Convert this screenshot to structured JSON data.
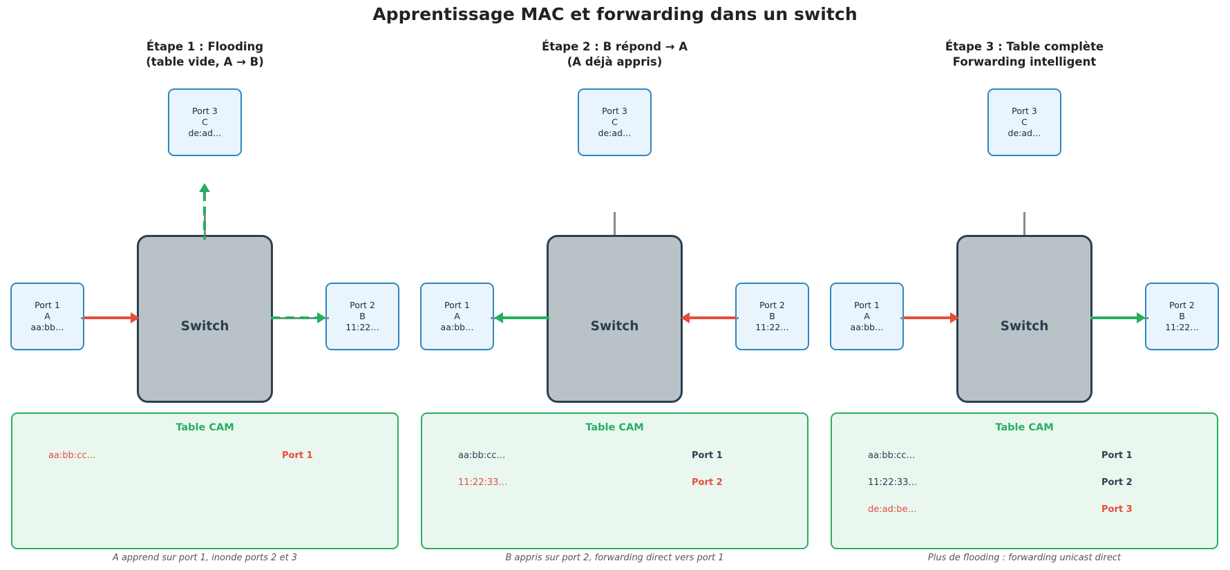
{
  "title": "Apprentissage MAC et forwarding dans un switch",
  "colors": {
    "accent_blue": "#2e86c1",
    "host_fill": "#eaf4fc",
    "switch_fill": "#b9c2c6",
    "switch_border": "#2c3e50",
    "cam_border": "#27ae60",
    "cam_fill": "#e9f7ef",
    "frame_red": "#e74c3c",
    "frame_green": "#27ae60",
    "link_gray": "#7f8c8d"
  },
  "cam_title": "Table CAM",
  "switch_label": "Switch",
  "panels": [
    {
      "step_title": "Étape 1 : Flooding\n(table vide, A → B)",
      "hosts": {
        "top": {
          "port": "Port 3",
          "name": "C",
          "mac": "de:ad…"
        },
        "left": {
          "port": "Port 1",
          "name": "A",
          "mac": "aa:bb…"
        },
        "right": {
          "port": "Port 2",
          "name": "B",
          "mac": "11:22…"
        }
      },
      "links": {
        "left": {
          "color": "#e74c3c",
          "direction": "right",
          "style": "solid",
          "active": true
        },
        "right": {
          "color": "#27ae60",
          "direction": "right",
          "style": "dashed",
          "active": true
        },
        "top": {
          "color": "#27ae60",
          "direction": "up",
          "style": "dashed",
          "active": true
        }
      },
      "cam_rows": [
        {
          "mac": "aa:bb:cc…",
          "port": "Port 1",
          "state": "new"
        }
      ],
      "caption": "A apprend sur port 1, inonde ports 2 et 3"
    },
    {
      "step_title": "Étape 2 : B répond → A\n(A déjà appris)",
      "hosts": {
        "top": {
          "port": "Port 3",
          "name": "C",
          "mac": "de:ad…"
        },
        "left": {
          "port": "Port 1",
          "name": "A",
          "mac": "aa:bb…"
        },
        "right": {
          "port": "Port 2",
          "name": "B",
          "mac": "11:22…"
        }
      },
      "links": {
        "left": {
          "color": "#27ae60",
          "direction": "left",
          "style": "solid",
          "active": true
        },
        "right": {
          "color": "#e74c3c",
          "direction": "left",
          "style": "solid",
          "active": true
        },
        "top": {
          "color": "#7f8c8d",
          "direction": "none",
          "style": "none",
          "active": false
        }
      },
      "cam_rows": [
        {
          "mac": "aa:bb:cc…",
          "port": "Port 1",
          "state": "old"
        },
        {
          "mac": "11:22:33…",
          "port": "Port 2",
          "state": "new"
        }
      ],
      "caption": "B appris sur port 2, forwarding direct vers port 1"
    },
    {
      "step_title": "Étape 3 : Table complète\nForwarding intelligent",
      "hosts": {
        "top": {
          "port": "Port 3",
          "name": "C",
          "mac": "de:ad…"
        },
        "left": {
          "port": "Port 1",
          "name": "A",
          "mac": "aa:bb…"
        },
        "right": {
          "port": "Port 2",
          "name": "B",
          "mac": "11:22…"
        }
      },
      "links": {
        "left": {
          "color": "#e74c3c",
          "direction": "right",
          "style": "solid",
          "active": true
        },
        "right": {
          "color": "#27ae60",
          "direction": "right",
          "style": "solid",
          "active": true
        },
        "top": {
          "color": "#7f8c8d",
          "direction": "none",
          "style": "none",
          "active": false
        }
      },
      "cam_rows": [
        {
          "mac": "aa:bb:cc…",
          "port": "Port 1",
          "state": "old"
        },
        {
          "mac": "11:22:33…",
          "port": "Port 2",
          "state": "old"
        },
        {
          "mac": "de:ad:be…",
          "port": "Port 3",
          "state": "new"
        }
      ],
      "caption": "Plus de flooding : forwarding unicast direct"
    }
  ]
}
